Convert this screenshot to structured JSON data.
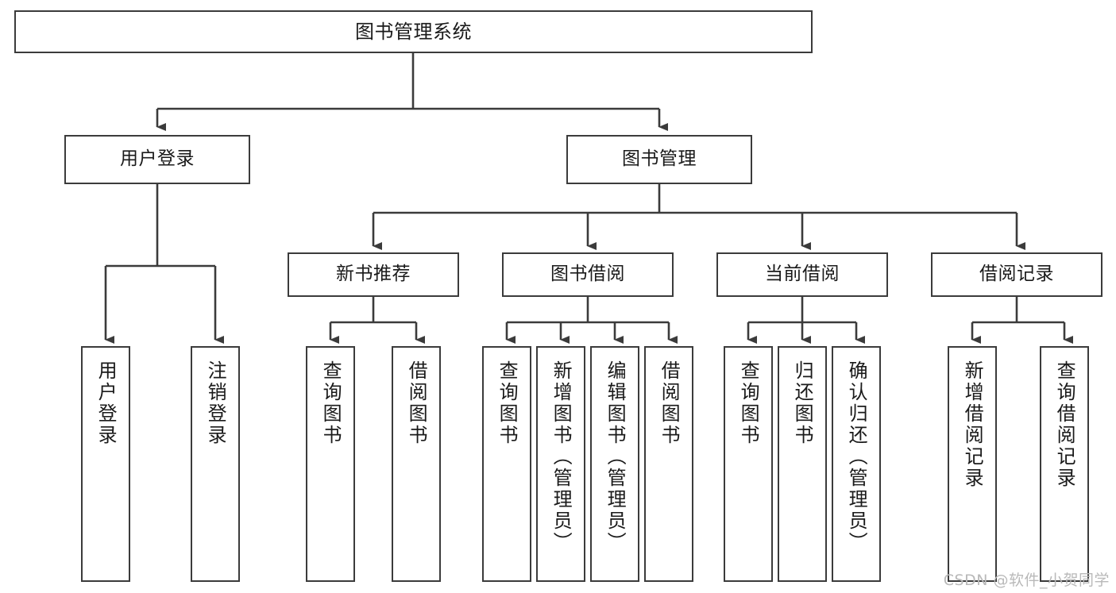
{
  "diagram": {
    "title": "图书管理系统",
    "watermark": "CSDN @软件_小贺同学",
    "colors": {
      "stroke": "#3b3b3b",
      "fill": "#ffffff",
      "text": "#1a1a1a",
      "watermark": "#b9b9b9"
    },
    "root": {
      "label": "图书管理系统"
    },
    "level2": [
      {
        "label": "用户登录"
      },
      {
        "label": "图书管理"
      }
    ],
    "level3": [
      {
        "label": "新书推荐"
      },
      {
        "label": "图书借阅"
      },
      {
        "label": "当前借阅"
      },
      {
        "label": "借阅记录"
      }
    ],
    "leaves": {
      "user_login": [
        {
          "label": "用户登录"
        },
        {
          "label": "注销登录"
        }
      ],
      "new_book_recommend": [
        {
          "label": "查询图书"
        },
        {
          "label": "借阅图书"
        }
      ],
      "book_borrow": [
        {
          "label": "查询图书"
        },
        {
          "label": "新增图书（管理员）"
        },
        {
          "label": "编辑图书（管理员）"
        },
        {
          "label": "借阅图书"
        }
      ],
      "current_borrow": [
        {
          "label": "查询图书"
        },
        {
          "label": "归还图书"
        },
        {
          "label": "确认归还（管理员）"
        }
      ],
      "borrow_record": [
        {
          "label": "新增借阅记录"
        },
        {
          "label": "查询借阅记录"
        }
      ]
    }
  }
}
